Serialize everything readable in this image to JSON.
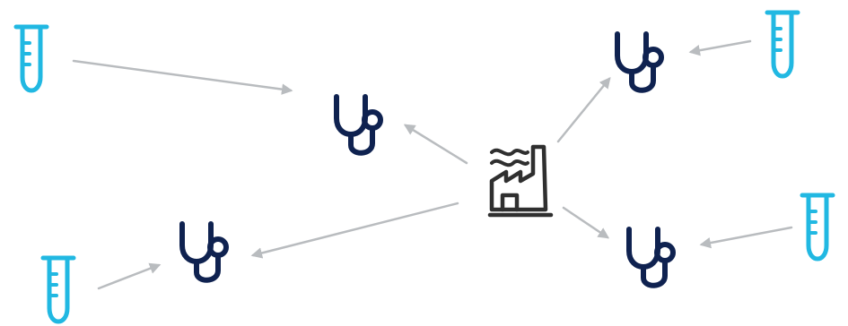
{
  "colors": {
    "background": "#ffffff",
    "test_tube": "#21b8e2",
    "stethoscope": "#0f2250",
    "factory": "#2f2f2f",
    "arrow": "#b9bcbf"
  },
  "icons": {
    "factory": "factory-icon",
    "stethoscope": "stethoscope-icon",
    "test_tube": "test-tube-icon"
  },
  "nodes": {
    "factory_count": 1,
    "stethoscope_count": 4,
    "test_tube_count": 4
  },
  "arrows": [
    {
      "from": "test-tube-top-left",
      "to": "stethoscope-top-left"
    },
    {
      "from": "factory",
      "to": "stethoscope-top-left"
    },
    {
      "from": "factory",
      "to": "stethoscope-top-right"
    },
    {
      "from": "test-tube-top-right",
      "to": "stethoscope-top-right"
    },
    {
      "from": "factory",
      "to": "stethoscope-bottom-left"
    },
    {
      "from": "test-tube-bottom-left",
      "to": "stethoscope-bottom-left"
    },
    {
      "from": "factory",
      "to": "stethoscope-bottom-right"
    },
    {
      "from": "test-tube-bottom-right",
      "to": "stethoscope-bottom-right"
    }
  ]
}
